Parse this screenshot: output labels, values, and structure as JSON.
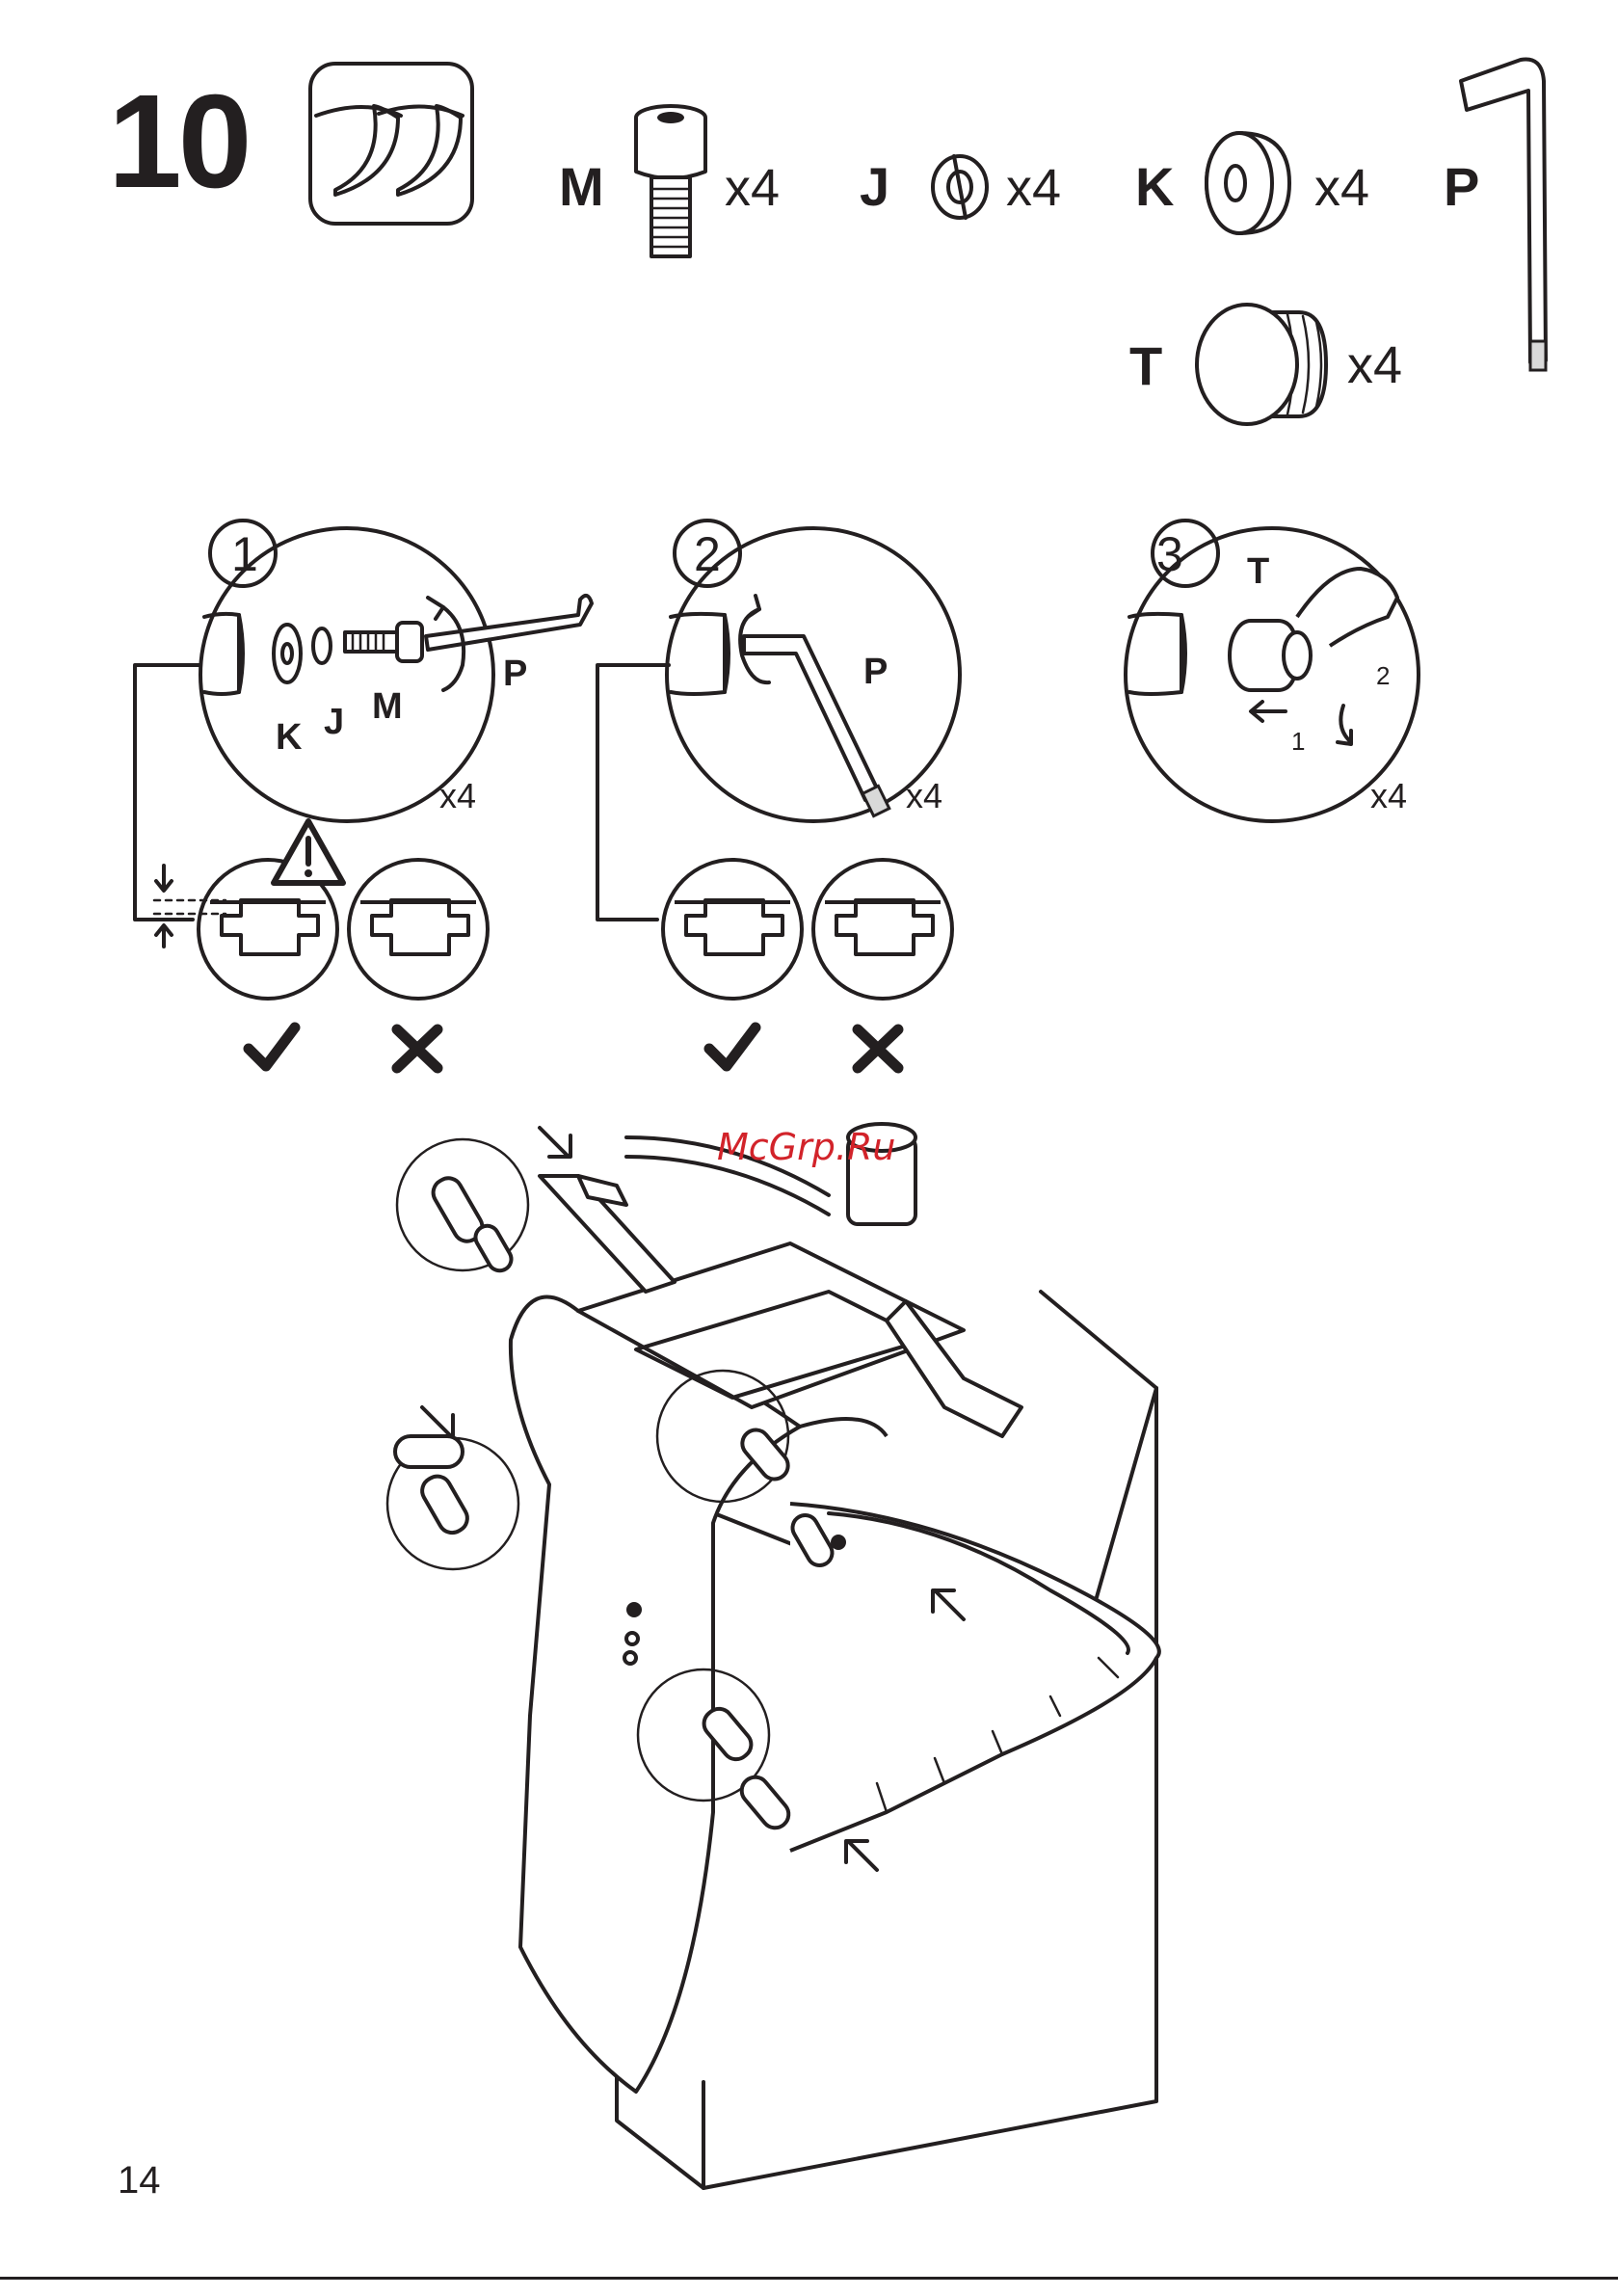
{
  "step": {
    "number": "10",
    "icon": "armrest-pair-icon"
  },
  "parts": [
    {
      "letter": "M",
      "qty": "x4",
      "icon": "screw-bolt-icon"
    },
    {
      "letter": "J",
      "qty": "x4",
      "icon": "spring-washer-icon"
    },
    {
      "letter": "K",
      "qty": "x4",
      "icon": "flat-washer-icon"
    },
    {
      "letter": "P",
      "icon": "allen-key-icon"
    },
    {
      "letter": "T",
      "qty": "x4",
      "icon": "cap-plug-icon"
    }
  ],
  "substeps": [
    {
      "number": "1",
      "labels": [
        "K",
        "J",
        "M",
        "P"
      ],
      "qty": "x4"
    },
    {
      "number": "2",
      "labels": [
        "P"
      ],
      "qty": "x4"
    },
    {
      "number": "3",
      "labels": [
        "T"
      ],
      "arrows": [
        "1",
        "2"
      ],
      "qty": "x4"
    }
  ],
  "checks": {
    "icons": [
      "warning-triangle-icon",
      "check-mark-icon",
      "cross-mark-icon",
      "check-mark-icon",
      "cross-mark-icon"
    ]
  },
  "main_illustration": {
    "icon": "chair-armrest-assembly-illustration"
  },
  "watermark": "McGrp.Ru",
  "page_number": "14"
}
